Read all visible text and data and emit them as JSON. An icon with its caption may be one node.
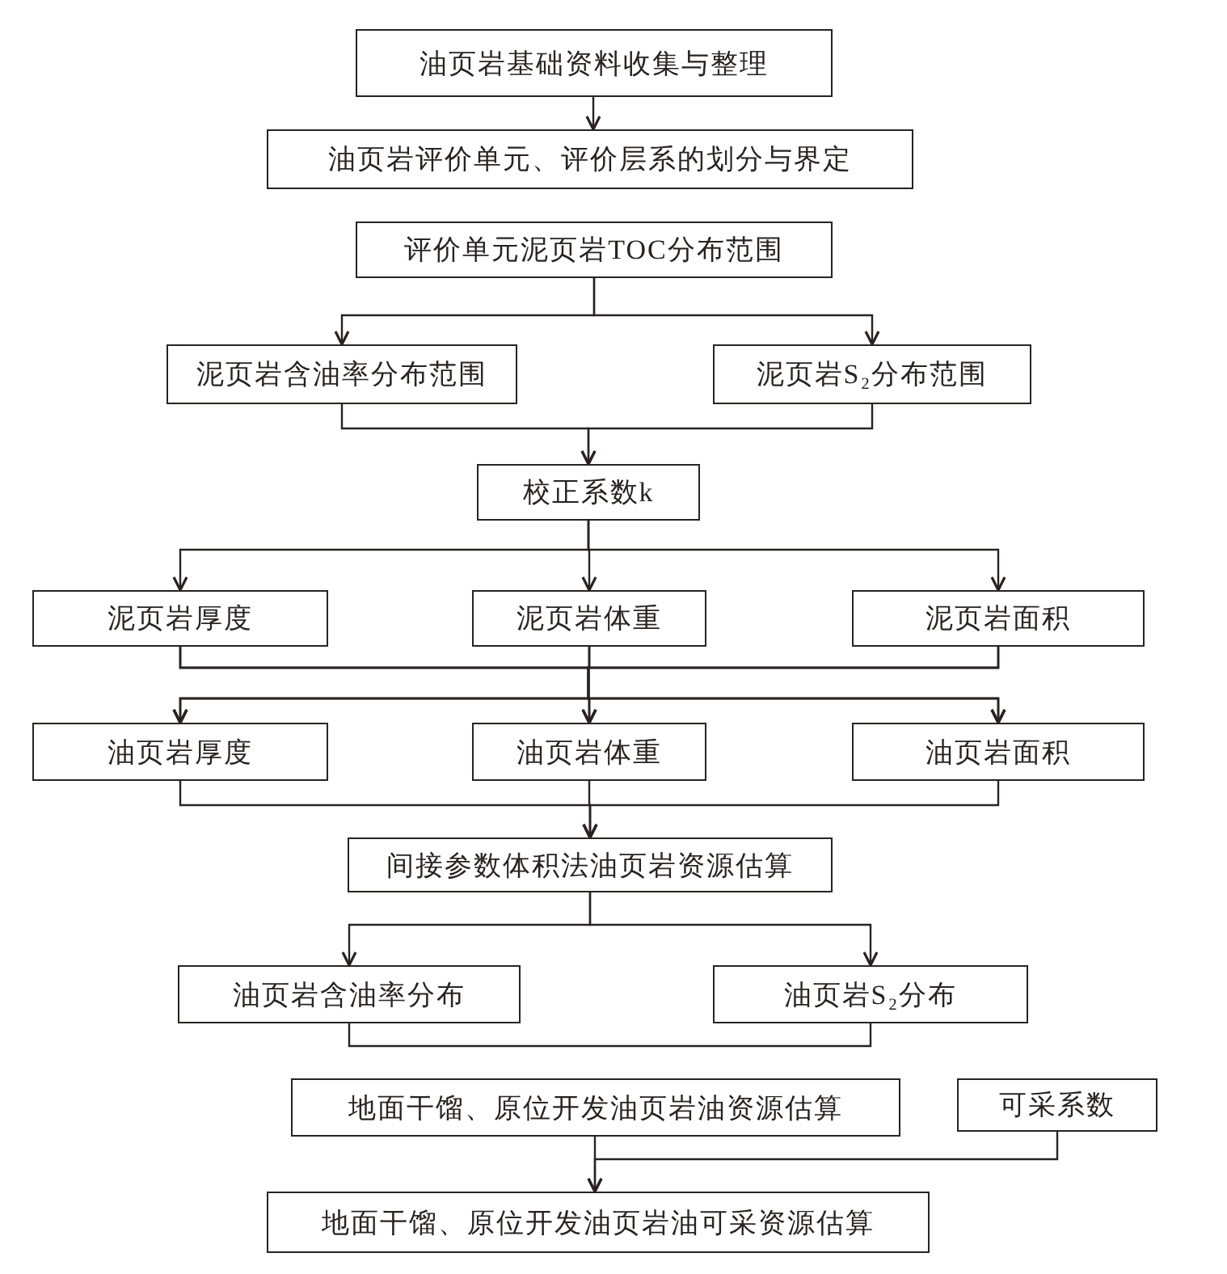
{
  "diagram": {
    "nodes": [
      {
        "text": [
          "油页岩基础资料收集与整理"
        ]
      },
      {
        "text": [
          "油页岩评价单元、评价层系的划分与界定"
        ]
      },
      {
        "text": [
          "评价单元泥页岩TOC分布范围"
        ]
      },
      {
        "text": [
          "泥页岩含油率分布范围"
        ]
      },
      {
        "text": [
          "泥页岩S₂分布范围"
        ]
      },
      {
        "text": [
          "校正系数k"
        ]
      },
      {
        "text": [
          "泥页岩厚度"
        ]
      },
      {
        "text": [
          "泥页岩体重"
        ]
      },
      {
        "text": [
          "泥页岩面积"
        ]
      },
      {
        "text": [
          "油页岩厚度"
        ]
      },
      {
        "text": [
          "油页岩体重"
        ]
      },
      {
        "text": [
          "油页岩面积"
        ]
      },
      {
        "text": [
          "间接参数体积法油页岩资源估算"
        ]
      },
      {
        "text": [
          "油页岩含油率分布"
        ]
      },
      {
        "text": [
          "油页岩S₂分布"
        ]
      },
      {
        "text": [
          "地面干馏、原位开发油页岩油资源估算"
        ]
      },
      {
        "text": [
          "可采系数"
        ]
      },
      {
        "text": [
          "地面干馏、原位开发油页岩油可采资源估算"
        ]
      }
    ],
    "edges": [
      {
        "from": 0,
        "to": 1,
        "arrow": "to"
      },
      {
        "from": 2,
        "to": 3,
        "arrow": "to"
      },
      {
        "from": 2,
        "to": 4,
        "arrow": "to"
      },
      {
        "from": 3,
        "to": 5,
        "arrow": "to"
      },
      {
        "from": 4,
        "to": 5,
        "arrow": "to"
      },
      {
        "from": 5,
        "to": 6,
        "arrow": "to"
      },
      {
        "from": 5,
        "to": 7,
        "arrow": "to"
      },
      {
        "from": 5,
        "to": 8,
        "arrow": "to"
      },
      {
        "from": 6,
        "to": 9,
        "arrow": "to"
      },
      {
        "from": 6,
        "to": 10,
        "arrow": "to"
      },
      {
        "from": 6,
        "to": 11,
        "arrow": "to"
      },
      {
        "from": 7,
        "to": 9,
        "arrow": "to"
      },
      {
        "from": 7,
        "to": 10,
        "arrow": "to"
      },
      {
        "from": 7,
        "to": 11,
        "arrow": "to"
      },
      {
        "from": 8,
        "to": 9,
        "arrow": "to"
      },
      {
        "from": 8,
        "to": 10,
        "arrow": "to"
      },
      {
        "from": 8,
        "to": 11,
        "arrow": "to"
      },
      {
        "from": 9,
        "to": 12,
        "arrow": "to"
      },
      {
        "from": 10,
        "to": 12,
        "arrow": "to"
      },
      {
        "from": 11,
        "to": 12,
        "arrow": "to"
      },
      {
        "from": 12,
        "to": 13,
        "arrow": "to"
      },
      {
        "from": 12,
        "to": 14,
        "arrow": "to"
      },
      {
        "from": 13,
        "to": 14,
        "arrow": "none"
      },
      {
        "from": 15,
        "to": 17,
        "arrow": "to"
      },
      {
        "from": 16,
        "to": 17,
        "arrow": "to"
      }
    ]
  }
}
